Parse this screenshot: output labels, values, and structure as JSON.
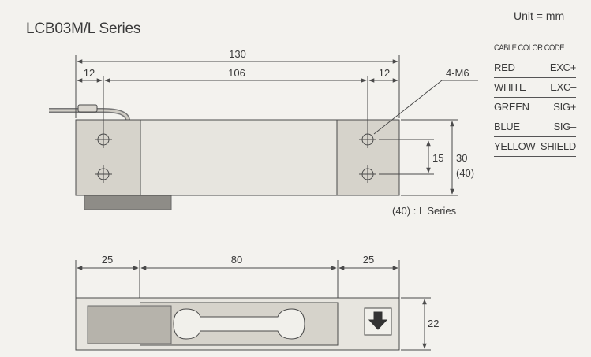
{
  "title": "LCB03M/L Series",
  "unit": "Unit = mm",
  "cable_table": {
    "heading": "CABLE COLOR CODE",
    "rows": [
      {
        "color": "RED",
        "signal": "EXC+"
      },
      {
        "color": "WHITE",
        "signal": "EXC–"
      },
      {
        "color": "GREEN",
        "signal": "SIG+"
      },
      {
        "color": "BLUE",
        "signal": "SIG–"
      },
      {
        "color": "YELLOW",
        "signal": "SHIELD"
      }
    ]
  },
  "side_view": {
    "dim_total": "130",
    "dim_left": "12",
    "dim_middle": "106",
    "dim_right": "12",
    "hole_label": "4-M6",
    "dim_hole_spacing": "15",
    "dim_height": "30",
    "dim_height_l": "(40)"
  },
  "note": "(40) : L Series",
  "top_view": {
    "dim_left": "25",
    "dim_middle": "80",
    "dim_right": "25",
    "dim_width": "22"
  },
  "colors": {
    "body": "#d6d3cb",
    "block": "#cfcbc2",
    "line": "#4a4a4a"
  }
}
